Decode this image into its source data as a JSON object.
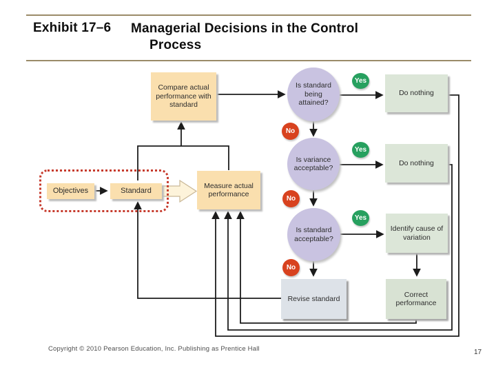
{
  "slide": {
    "header": {
      "exhibit_label": "Exhibit 17–6",
      "title_line1": "Managerial Decisions in the Control",
      "title_line2": "Process"
    },
    "footer": {
      "copyright": "Copyright © 2010 Pearson Education, Inc. Publishing as Prentice Hall",
      "page_number": "17"
    }
  },
  "flowchart": {
    "nodes": {
      "objectives": "Objectives",
      "standard": "Standard",
      "measure": "Measure actual performance",
      "compare": "Compare actual performance with standard",
      "is_standard_attained": "Is standard being attained?",
      "is_variance_acceptable": "Is variance acceptable?",
      "is_standard_acceptable": "Is standard acceptable?",
      "do_nothing_top": "Do nothing",
      "do_nothing_mid": "Do nothing",
      "identify_cause": "Identify cause of variation",
      "revise_standard": "Revise standard",
      "correct_performance": "Correct performance"
    },
    "badges": {
      "yes": "Yes",
      "no": "No"
    },
    "colors": {
      "process_box": "#fadfae",
      "decision_circle": "#c9c3e1",
      "outcome_box": "#dce6d8",
      "revise_box": "#dde2e8",
      "correct_box": "#d8e2d3",
      "yes_badge": "#27a05f",
      "no_badge": "#d8421f",
      "dashed_frame": "#c63a2c",
      "header_rule": "#9a8a68",
      "connector": "#1c1c1c"
    }
  }
}
